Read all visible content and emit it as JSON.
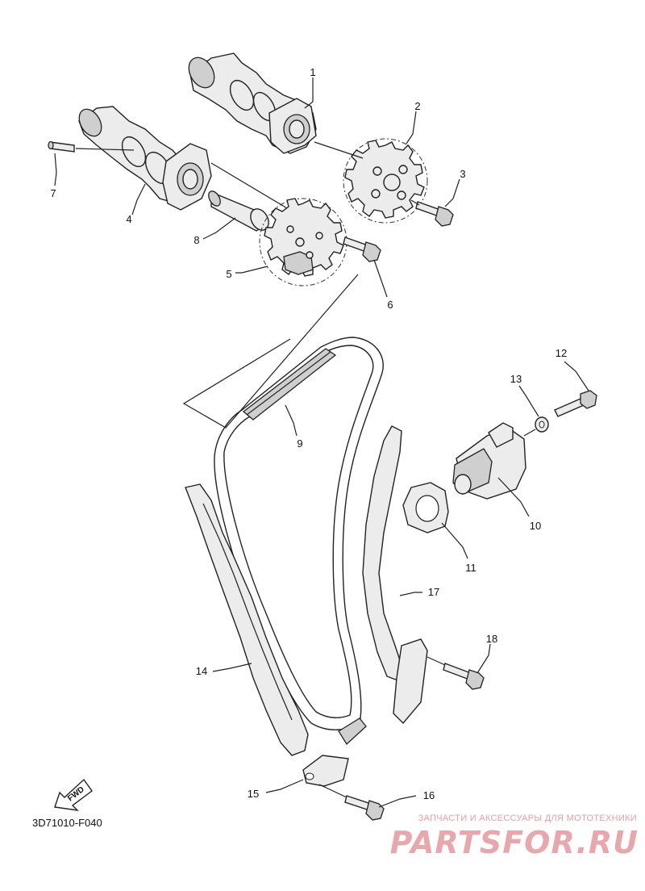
{
  "diagram_code": "3D71010-F040",
  "fwd_label": "FWD",
  "callouts": [
    {
      "id": "1",
      "text": "1"
    },
    {
      "id": "2",
      "text": "2"
    },
    {
      "id": "3",
      "text": "3"
    },
    {
      "id": "4",
      "text": "4"
    },
    {
      "id": "5",
      "text": "5"
    },
    {
      "id": "6",
      "text": "6"
    },
    {
      "id": "7",
      "text": "7"
    },
    {
      "id": "8",
      "text": "8"
    },
    {
      "id": "9",
      "text": "9"
    },
    {
      "id": "10",
      "text": "10"
    },
    {
      "id": "11",
      "text": "11"
    },
    {
      "id": "12",
      "text": "12"
    },
    {
      "id": "13",
      "text": "13"
    },
    {
      "id": "14",
      "text": "14"
    },
    {
      "id": "15",
      "text": "15"
    },
    {
      "id": "16",
      "text": "16"
    },
    {
      "id": "17",
      "text": "17"
    },
    {
      "id": "18",
      "text": "18"
    }
  ],
  "watermark": {
    "tagline": "ЗАПЧАСТИ И АКСЕССУАРЫ ДЛЯ МОТОТЕХНИКИ",
    "brand": "PARTSFOR.RU",
    "color": "#e6a7ad"
  },
  "colors": {
    "line": "#222222",
    "fill": "#ececec"
  }
}
